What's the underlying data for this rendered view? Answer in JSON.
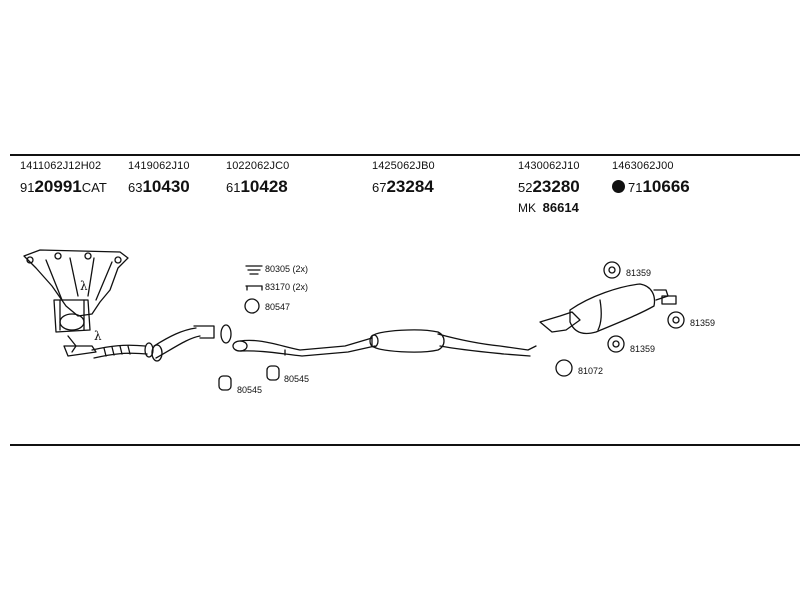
{
  "parts": [
    {
      "oem": "1411062J12H02",
      "prefix": "91",
      "number": "20991",
      "suffix": "CAT"
    },
    {
      "oem": "1419062J10",
      "prefix": "63",
      "number": "10430",
      "suffix": ""
    },
    {
      "oem": "1022062JC0",
      "prefix": "61",
      "number": "10428",
      "suffix": ""
    },
    {
      "oem": "1425062JB0",
      "prefix": "67",
      "number": "23284",
      "suffix": ""
    },
    {
      "oem": "1430062J10",
      "prefix": "52",
      "number": "23280",
      "suffix": "",
      "mk_label": "MK",
      "mk_number": "86614"
    },
    {
      "oem": "1463062J00",
      "prefix": "71",
      "number": "10666",
      "suffix": ""
    }
  ],
  "callouts": {
    "bolt": "80305 (2x)",
    "spring": "83170 (2x)",
    "gasket_front": "80547",
    "rubber_1": "80545",
    "rubber_2": "80545",
    "hanger_top": "81359",
    "hanger_right": "81359",
    "hanger_bottom": "81359",
    "ring_rear": "81072",
    "lambda": "λ"
  }
}
